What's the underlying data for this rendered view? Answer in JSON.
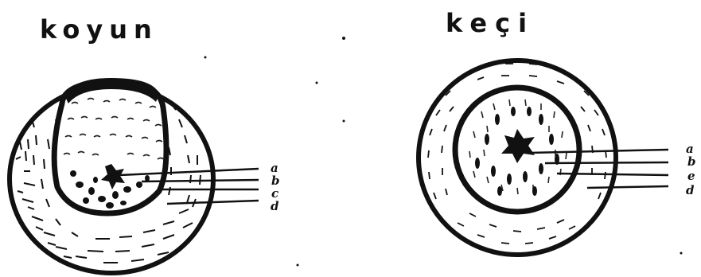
{
  "sheep": {
    "title": "koyun",
    "labels": [
      "a",
      "b",
      "c",
      "d"
    ]
  },
  "goat": {
    "title": "keçi",
    "labels": [
      "a",
      "b",
      "e",
      "d"
    ]
  },
  "colors": {
    "ink": "#111111",
    "paper": "#ffffff"
  }
}
